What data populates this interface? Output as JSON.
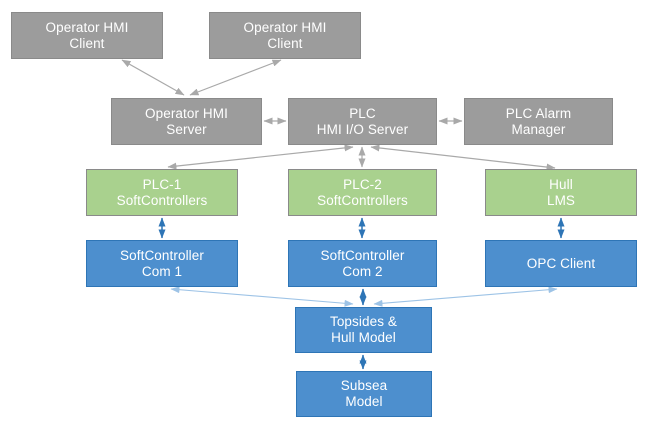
{
  "diagram": {
    "nodes": {
      "client1": {
        "label": "Operator HMI\nClient",
        "type": "gray"
      },
      "client2": {
        "label": "Operator HMI\nClient",
        "type": "gray"
      },
      "op_server": {
        "label": "Operator HMI\nServer",
        "type": "gray"
      },
      "plc_io": {
        "label": "PLC\nHMI I/O Server",
        "type": "gray"
      },
      "alarm": {
        "label": "PLC Alarm\nManager",
        "type": "gray"
      },
      "plc1": {
        "label": "PLC-1\nSoftControllers",
        "type": "green"
      },
      "plc2": {
        "label": "PLC-2\nSoftControllers",
        "type": "green"
      },
      "hull_lms": {
        "label": "Hull\nLMS",
        "type": "green"
      },
      "com1": {
        "label": "SoftController\nCom 1",
        "type": "blue"
      },
      "com2": {
        "label": "SoftController\nCom 2",
        "type": "blue"
      },
      "opc": {
        "label": "OPC Client",
        "type": "blue"
      },
      "topsides": {
        "label": "Topsides &\nHull Model",
        "type": "blue"
      },
      "subsea": {
        "label": "Subsea\nModel",
        "type": "blue"
      }
    },
    "edges": [
      {
        "from": "client1",
        "to": "op_server",
        "style": "gray",
        "bidirectional": true
      },
      {
        "from": "client2",
        "to": "op_server",
        "style": "gray",
        "bidirectional": true
      },
      {
        "from": "op_server",
        "to": "plc_io",
        "style": "gray",
        "bidirectional": true
      },
      {
        "from": "plc_io",
        "to": "alarm",
        "style": "gray",
        "bidirectional": true
      },
      {
        "from": "plc_io",
        "to": "plc1",
        "style": "gray",
        "bidirectional": true
      },
      {
        "from": "plc_io",
        "to": "plc2",
        "style": "gray",
        "bidirectional": true
      },
      {
        "from": "plc_io",
        "to": "hull_lms",
        "style": "gray",
        "bidirectional": true
      },
      {
        "from": "plc1",
        "to": "com1",
        "style": "blue",
        "bidirectional": true
      },
      {
        "from": "plc2",
        "to": "com2",
        "style": "blue",
        "bidirectional": true
      },
      {
        "from": "hull_lms",
        "to": "opc",
        "style": "blue",
        "bidirectional": true
      },
      {
        "from": "com1",
        "to": "topsides",
        "style": "light-blue",
        "bidirectional": true
      },
      {
        "from": "com2",
        "to": "topsides",
        "style": "blue",
        "bidirectional": true
      },
      {
        "from": "opc",
        "to": "topsides",
        "style": "light-blue",
        "bidirectional": true
      },
      {
        "from": "topsides",
        "to": "subsea",
        "style": "blue",
        "bidirectional": true
      }
    ],
    "colors": {
      "gray_box_fill": "#9c9c9c",
      "gray_box_border": "#8a8a8a",
      "green_box_fill": "#a9d18e",
      "blue_box_fill": "#4d8fce",
      "blue_box_border": "#2e75b6",
      "gray_line": "#a9a9a9",
      "blue_line": "#2e75b6",
      "light_blue_line": "#9dc3e6",
      "box_text": "#ffffff",
      "background": "#ffffff"
    }
  }
}
